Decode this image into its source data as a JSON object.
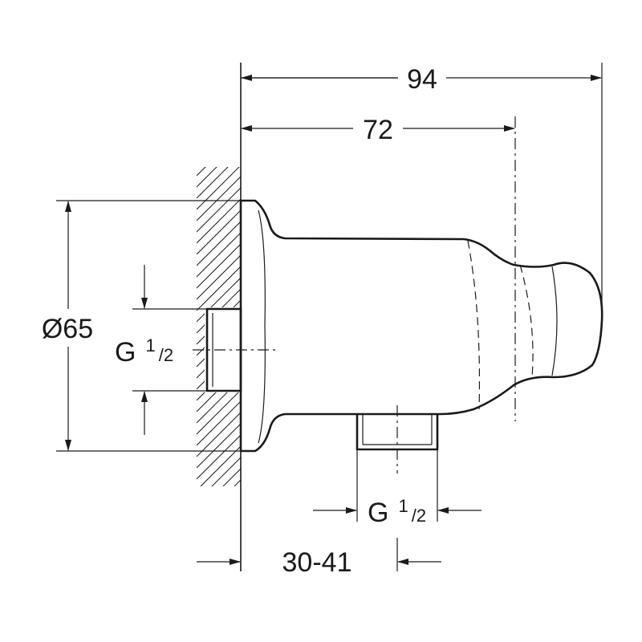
{
  "dimensions": {
    "overall_length": "94",
    "body_length": "72",
    "flange_diameter": "Ø65",
    "wall_thread": {
      "main": "G",
      "sup": "1",
      "sub": "/2"
    },
    "outlet_thread": {
      "main": "G",
      "sup": "1",
      "sub": "/2"
    },
    "projection_range": "30-41"
  }
}
